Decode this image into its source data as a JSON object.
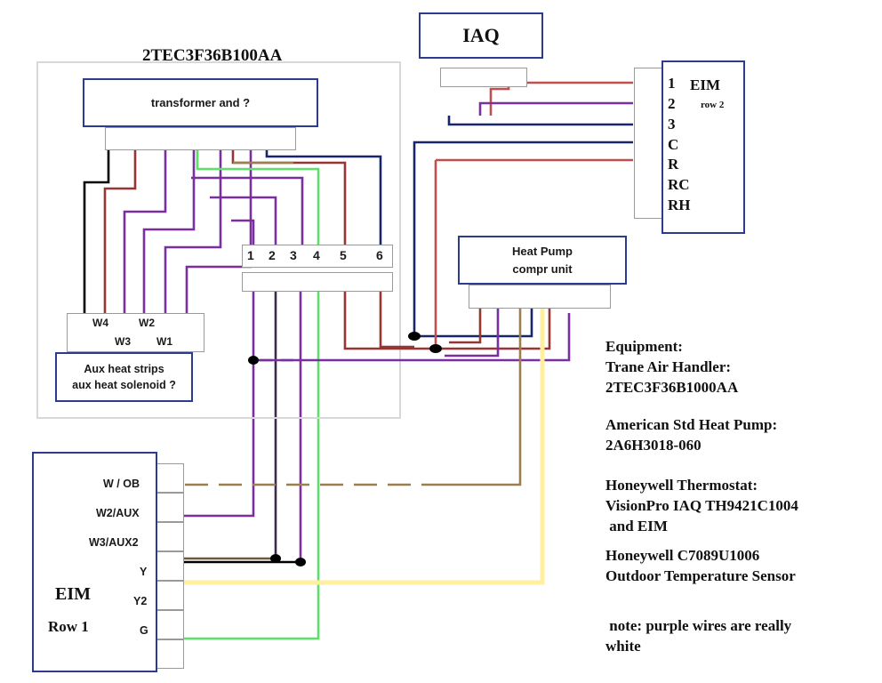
{
  "diagram": {
    "title": "HVAC thermostat / air handler wiring diagram",
    "air_handler_title": "2TEC3F36B100AA",
    "colors": {
      "navy": "#2b3b8f",
      "gray": "#9a9a9a",
      "light_gray": "#d8d8d8",
      "purple": "#7a2f9e",
      "green": "#5fe06a",
      "red": "#c0504d",
      "dark_red": "#963634",
      "black": "#000000",
      "tan": "#9c7f4e",
      "yellow": "#ffef9e",
      "brown": "#6b5a3e"
    }
  },
  "iaq_box": {
    "label": "IAQ"
  },
  "transformer_box": {
    "label": "transformer and  ?"
  },
  "heat_pump_box": {
    "line1": "Heat Pump",
    "line2": "compr unit"
  },
  "aux_heat_box": {
    "line1": "Aux heat strips",
    "line2": "aux heat solenoid ?"
  },
  "aux_terminal_labels": {
    "w4": "W4",
    "w2": "W2",
    "w3": "W3",
    "w1": "W1"
  },
  "terminal_strip": {
    "name": "air-handler-terminal-strip",
    "numbers": [
      "1",
      "2",
      "3",
      "4",
      "5",
      "6"
    ]
  },
  "eim_row2": {
    "title": "EIM",
    "subtitle": "row 2",
    "terminals": [
      "1",
      "2",
      "3",
      "C",
      "R",
      "RC",
      "RH"
    ]
  },
  "eim_row1": {
    "title": "EIM",
    "subtitle": "Row 1",
    "terminals": [
      "W / OB",
      "W2/AUX",
      "W3/AUX2",
      "Y",
      "Y2",
      "G"
    ]
  },
  "equipment_notes": {
    "block1": "Equipment:\nTrane Air Handler:\n2TEC3F36B1000AA",
    "block2": "American Std Heat Pump:\n2A6H3018-060",
    "block3": "Honeywell Thermostat:\nVisionPro IAQ TH9421C1004\n and EIM",
    "block4": "Honeywell C7089U1006\nOutdoor Temperature Sensor",
    "block5": " note: purple wires are really\nwhite"
  }
}
